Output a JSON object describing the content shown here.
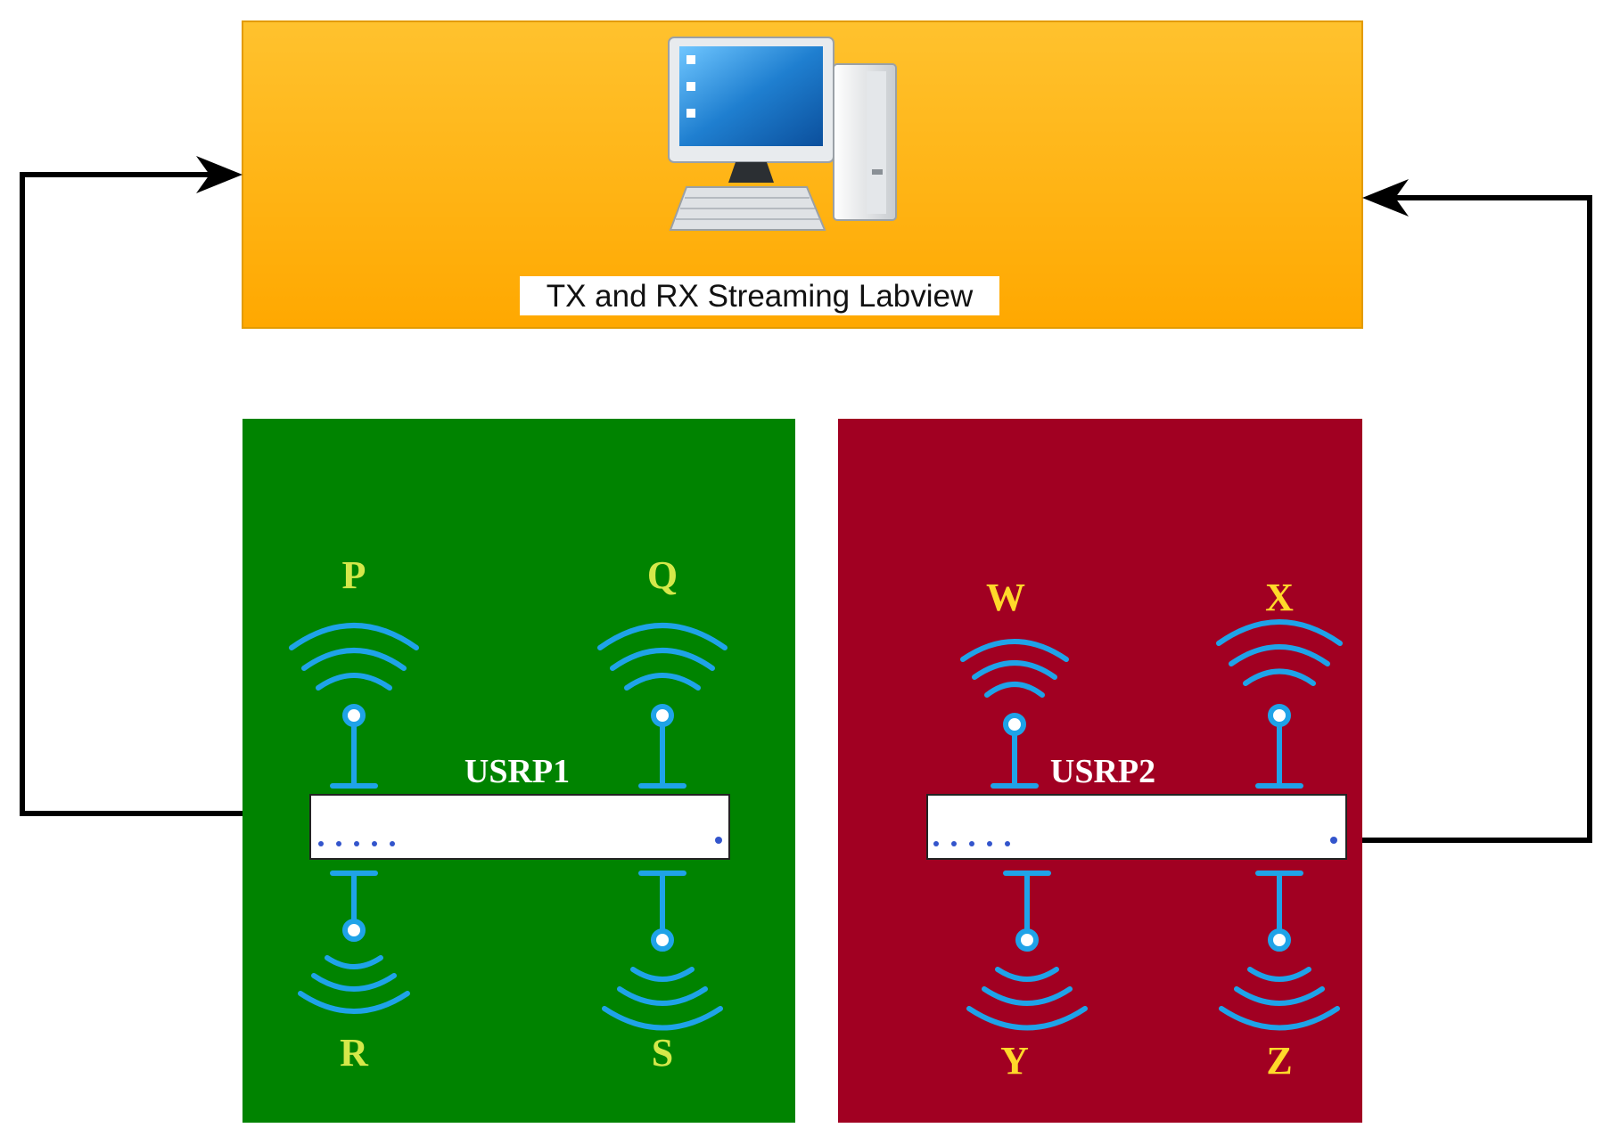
{
  "computer": {
    "label": "TX and RX Streaming Labview",
    "fill": "#ffb62a",
    "icon": "desktop-computer-icon"
  },
  "usrp1": {
    "label": "USRP1",
    "panel_color": "#008300",
    "antenna_labels": {
      "top_left": "P",
      "top_right": "Q",
      "bottom_left": "R",
      "bottom_right": "S"
    },
    "label_color": "#d4e84a"
  },
  "usrp2": {
    "label": "USRP2",
    "panel_color": "#a10022",
    "antenna_labels": {
      "top_left": "W",
      "top_right": "X",
      "bottom_left": "Y",
      "bottom_right": "Z"
    },
    "label_color": "#ffd92a"
  },
  "colors": {
    "antenna": "#1fa3e8",
    "connector": "#000000",
    "port_dots": "#3355cc"
  }
}
